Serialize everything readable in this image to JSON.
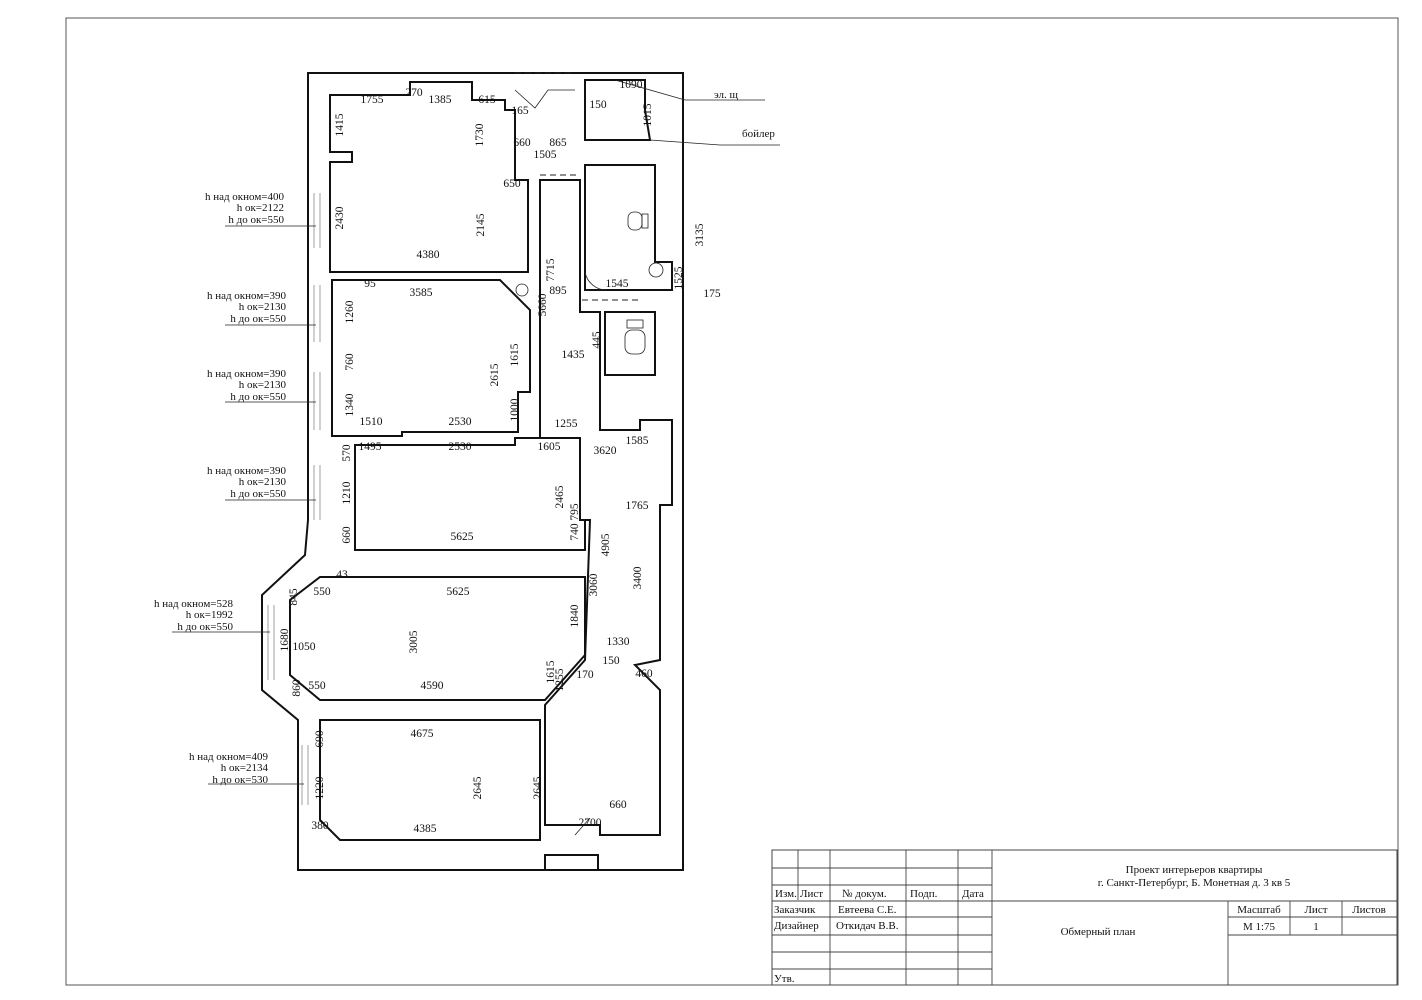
{
  "drawing": {
    "annotations": {
      "el_panel": "эл. щ",
      "boiler": "бойлер"
    },
    "windows": [
      {
        "above": "h над окном=400",
        "height": "h ок=2122",
        "sill": "h до ок=550"
      },
      {
        "above": "h над окном=390",
        "height": "h ок=2130",
        "sill": "h до ок=550"
      },
      {
        "above": "h над окном=390",
        "height": "h ок=2130",
        "sill": "h до ок=550"
      },
      {
        "above": "h над окном=390",
        "height": "h ок=2130",
        "sill": "h до ок=550"
      },
      {
        "above": "h над окном=528",
        "height": "h ок=1992",
        "sill": "h до ок=550"
      },
      {
        "above": "h над окном=409",
        "height": "h ок=2134",
        "sill": "h до ок=530"
      }
    ],
    "dims": [
      "1755",
      "270",
      "1385",
      "615",
      "165",
      "1415",
      "1730",
      "660",
      "865",
      "1505",
      "650",
      "2430",
      "2145",
      "4380",
      "7715",
      "1090",
      "150",
      "1015",
      "3135",
      "1525",
      "1545",
      "175",
      "895",
      "5660",
      "95",
      "3585",
      "1260",
      "760",
      "1615",
      "2615",
      "445",
      "1435",
      "1000",
      "1340",
      "1510",
      "2530",
      "1255",
      "1495",
      "2530",
      "1605",
      "3620",
      "1585",
      "570",
      "2465",
      "795",
      "1210",
      "1765",
      "660",
      "5625",
      "740",
      "4905",
      "3060",
      "3400",
      "43",
      "845",
      "550",
      "5625",
      "1840",
      "3005",
      "1680",
      "1050",
      "1330",
      "150",
      "170",
      "460",
      "860",
      "550",
      "4590",
      "1615",
      "1255",
      "4675",
      "690",
      "2645",
      "2645",
      "1220",
      "660",
      "2700",
      "380",
      "4385"
    ]
  },
  "title_block": {
    "headers": {
      "izm": "Изм.",
      "list": "Лист",
      "doc": "№ докум.",
      "sign": "Подп.",
      "date": "Дата"
    },
    "rows": [
      {
        "role": "Заказчик",
        "name": "Евтеева С.Е."
      },
      {
        "role": "Дизайнер",
        "name": "Откидач В.В."
      }
    ],
    "approved": "Утв.",
    "project_line1": "Проект интерьеров квартиры",
    "project_line2": "г. Санкт-Петербург, Б. Монетная д. 3 кв 5",
    "sheet_title": "Обмерный план",
    "scale_label": "Масштаб",
    "scale_value": "М 1:75",
    "sheet_label": "Лист",
    "sheet_value": "1",
    "sheets_label": "Листов"
  }
}
